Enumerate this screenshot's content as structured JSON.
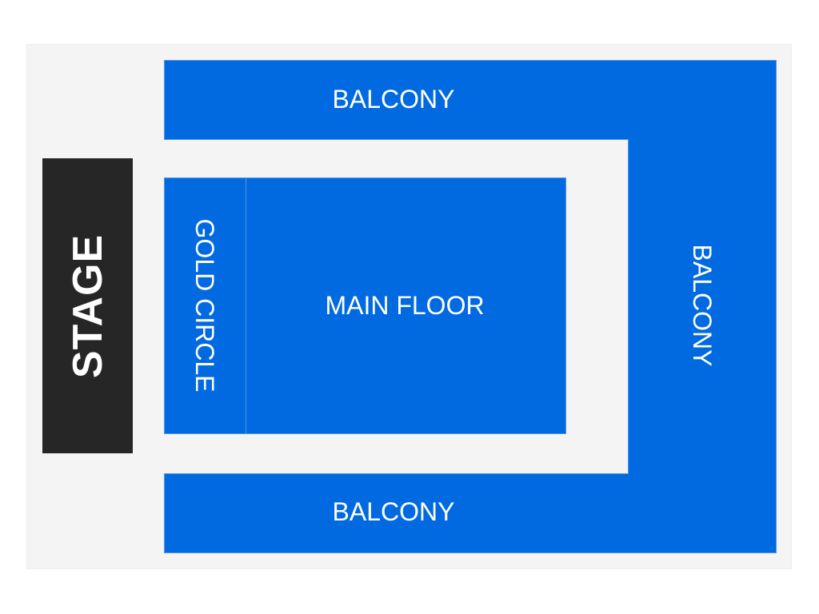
{
  "stage": {
    "label": "STAGE"
  },
  "sections": {
    "balcony_top": "BALCONY",
    "balcony_right": "BALCONY",
    "balcony_bottom": "BALCONY",
    "gold_circle": "GOLD CIRCLE",
    "main_floor": "MAIN FLOOR"
  },
  "colors": {
    "section_fill": "#026ae0",
    "stage_fill": "#262626",
    "venue_background": "#f4f4f4",
    "label_text": "#ffffff"
  }
}
